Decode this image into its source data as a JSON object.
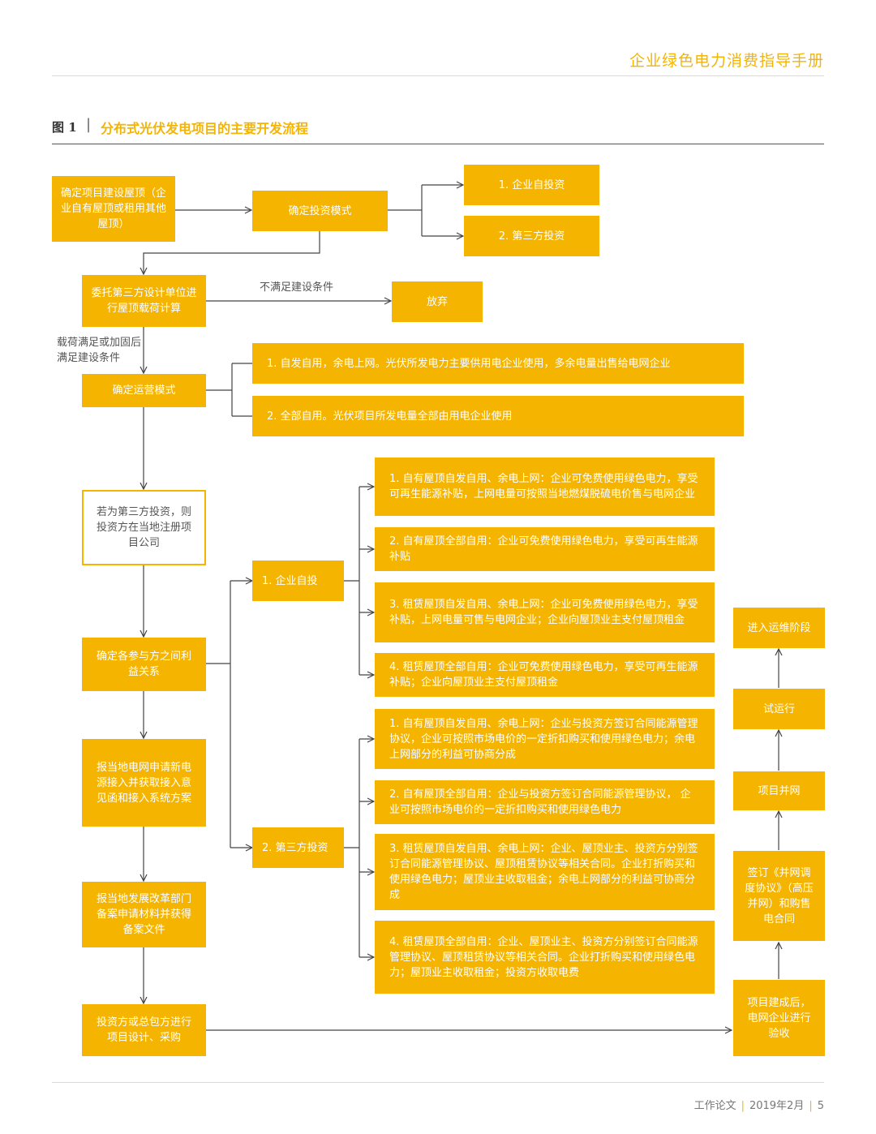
{
  "header": {
    "title": "企业绿色电力消费指导手册"
  },
  "figure": {
    "label": "图 1",
    "separator": "|",
    "title": "分布式光伏发电项目的主要开发流程"
  },
  "flow": {
    "roof": "确定项目建设屋顶（企业自有屋顶或租用其他屋顶）",
    "invest_mode": "确定投资模式",
    "invest_opt1": "1. 企业自投资",
    "invest_opt2": "2. 第三方投资",
    "load_calc": "委托第三方设计单位进行屋顶载荷计算",
    "not_meet": "不满足建设条件",
    "abandon": "放弃",
    "meet": "载荷满足或加固后满足建设条件",
    "op_mode": "确定运营模式",
    "op_opt1": "1. 自发自用，余电上网。光伏所发电力主要供用电企业使用，多余电量出售给电网企业",
    "op_opt2": "2. 全部自用。光伏项目所发电量全部由用电企业使用",
    "register": "若为第三方投资，则投资方在当地注册项目公司",
    "interests": "确定各参与方之间利益关系",
    "self_invest": "1. 企业自投",
    "third_invest": "2. 第三方投资",
    "self_1": "1. 自有屋顶自发自用、余电上网：企业可免费使用绿色电力，享受可再生能源补贴，上网电量可按照当地燃煤脱硫电价售与电网企业",
    "self_2": "2. 自有屋顶全部自用：企业可免费使用绿色电力，享受可再生能源补贴",
    "self_3": "3. 租赁屋顶自发自用、余电上网：企业可免费使用绿色电力，享受补贴，上网电量可售与电网企业；企业向屋顶业主支付屋顶租金",
    "self_4": "4. 租赁屋顶全部自用：企业可免费使用绿色电力，享受可再生能源补贴；企业向屋顶业主支付屋顶租金",
    "third_1": "1. 自有屋顶自发自用、余电上网：企业与投资方签订合同能源管理协议，企业可按照市场电价的一定折扣购买和使用绿色电力；余电上网部分的利益可协商分成",
    "third_2": "2. 自有屋顶全部自用：企业与投资方签订合同能源管理协议， 企业可按照市场电价的一定折扣购买和使用绿色电力",
    "third_3": "3. 租赁屋顶自发自用、余电上网：企业、屋顶业主、投资方分别签订合同能源管理协议、屋顶租赁协议等相关合同。企业打折购买和使用绿色电力；屋顶业主收取租金；余电上网部分的利益可协商分成",
    "third_4": "4. 租赁屋顶全部自用：企业、屋顶业主、投资方分别签订合同能源管理协议、屋顶租赁协议等相关合同。企业打折购买和使用绿色电力；屋顶业主收取租金；投资方收取电费",
    "grid_apply": "报当地电网申请新电源接入并获取接入意见函和接入系统方案",
    "ndrc_file": "报当地发展改革部门备案申请材料并获得备案文件",
    "design": "投资方或总包方进行项目设计、采购",
    "acceptance": "项目建成后，电网企业进行验收",
    "sign": "签订《并网调度协议》（高压并网）和购售电合同",
    "grid_connect": "项目并网",
    "trial": "试运行",
    "om": "进入运维阶段"
  },
  "footer": {
    "doc_type": "工作论文",
    "date": "2019年2月",
    "page": "5"
  }
}
